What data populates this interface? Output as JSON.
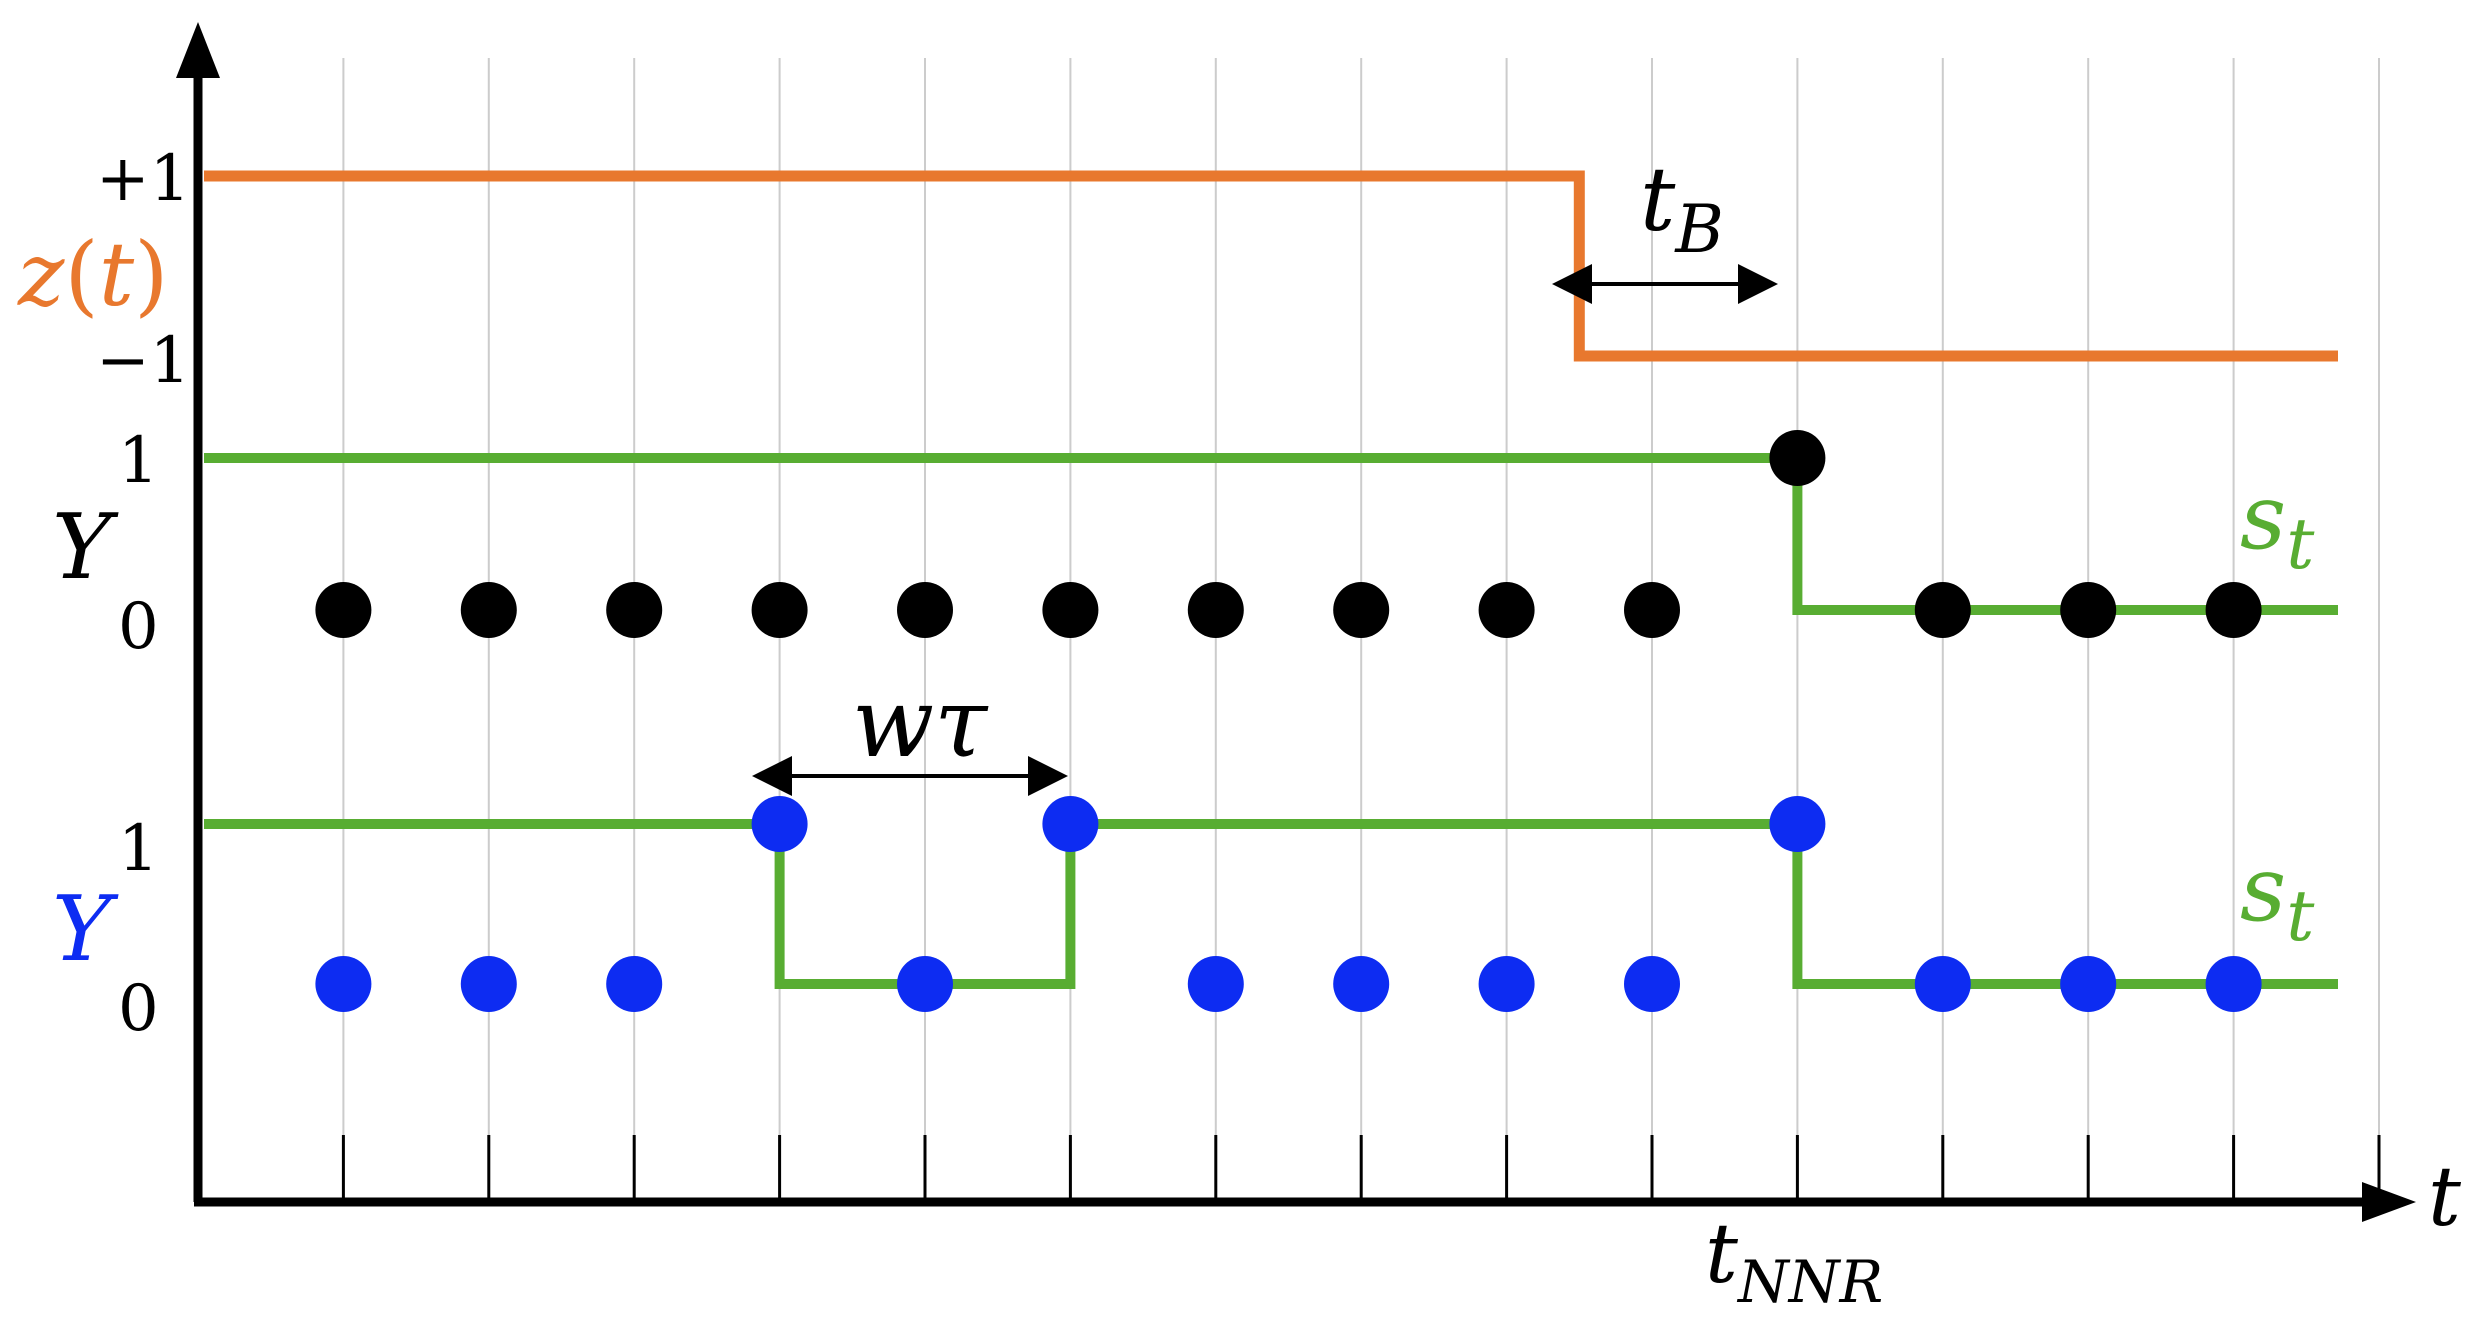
{
  "colors": {
    "orange": "#e8782e",
    "green": "#58ad32",
    "black": "#000000",
    "blue": "#0d2cf2",
    "grid": "#cccccc"
  },
  "axes": {
    "x_label": "t",
    "t_nnr_main": "t",
    "t_nnr_sub": "NNR"
  },
  "z_panel": {
    "name_main": "z",
    "name_paren_open": "(",
    "name_arg": "t",
    "name_paren_close": ")",
    "level_high": "+1",
    "level_low": "−1",
    "tB_main": "t",
    "tB_sub": "B"
  },
  "y_panel_black": {
    "name": "Y",
    "level_1": "1",
    "level_0": "0",
    "st_main": "s",
    "st_sub": "t"
  },
  "y_panel_blue": {
    "name": "Y",
    "level_1": "1",
    "level_0": "0",
    "st_main": "s",
    "st_sub": "t",
    "window_label": "wτ"
  },
  "series": {
    "ticks": [
      1,
      2,
      3,
      4,
      5,
      6,
      7,
      8,
      9,
      10,
      11,
      12,
      13,
      14,
      15
    ],
    "black_points": [
      0,
      0,
      0,
      0,
      0,
      0,
      0,
      0,
      0,
      0,
      1,
      0,
      0,
      0
    ],
    "black_state": [
      1,
      1,
      1,
      1,
      1,
      1,
      1,
      1,
      1,
      1,
      1,
      0,
      0,
      0,
      0
    ],
    "blue_points": [
      0,
      0,
      0,
      1,
      0,
      1,
      0,
      0,
      0,
      0,
      1,
      0,
      0,
      0
    ],
    "blue_state": [
      1,
      1,
      1,
      1,
      0,
      0,
      1,
      1,
      1,
      1,
      1,
      0,
      0,
      0,
      0
    ],
    "z_switch_tick": 9.5,
    "z_high_until_tick": 9.5
  }
}
